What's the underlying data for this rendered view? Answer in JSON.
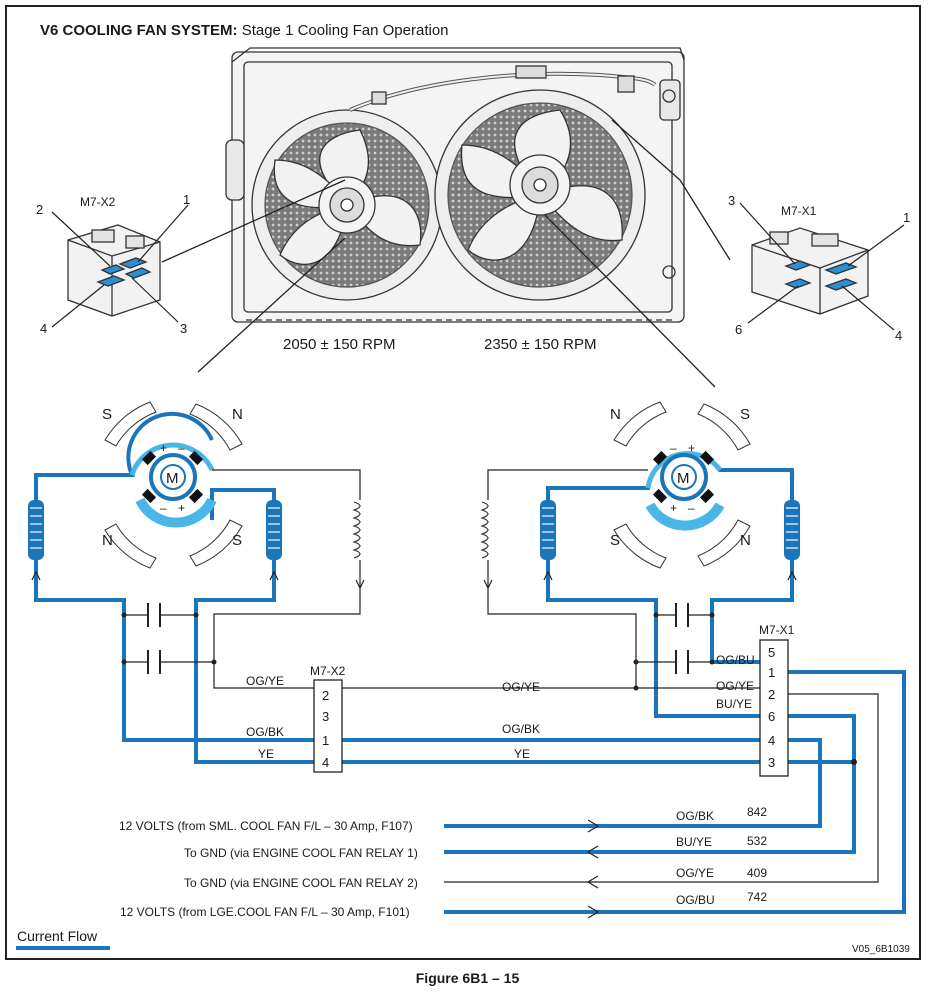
{
  "title": {
    "bold": "V6 COOLING FAN SYSTEM:",
    "normal": "Stage 1 Cooling Fan Operation"
  },
  "caption": "Figure 6B1 – 15",
  "rpm": {
    "left": "2050 ± 150 RPM",
    "right": "2350 ± 150 RPM"
  },
  "connector_x2": {
    "name": "M7-X2",
    "pins": [
      "1",
      "2",
      "3",
      "4"
    ],
    "stack": [
      "2",
      "3",
      "1",
      "4"
    ]
  },
  "connector_x1": {
    "name": "M7-X1",
    "pins": [
      "3",
      "1",
      "6",
      "4"
    ],
    "stack": [
      "5",
      "1",
      "2",
      "6",
      "4",
      "3"
    ]
  },
  "poles": {
    "s": "S",
    "n": "N",
    "m": "M",
    "plus": "+",
    "minus": "–"
  },
  "wires": {
    "og_ye": "OG/YE",
    "og_bk": "OG/BK",
    "ye": "YE",
    "og_bu": "OG/BU",
    "bu_ye": "BU/YE"
  },
  "circuits": [
    {
      "label": "12 VOLTS (from SML. COOL FAN F/L  – 30 Amp, F107)",
      "wire": "OG/BK",
      "number": "842"
    },
    {
      "label": "To GND (via ENGINE COOL FAN RELAY 1)",
      "wire": "BU/YE",
      "number": "532"
    },
    {
      "label": "To GND (via ENGINE COOL FAN RELAY 2)",
      "wire": "OG/YE",
      "number": "409"
    },
    {
      "label": "12 VOLTS (from LGE.COOL FAN F/L  – 30 Amp, F101)",
      "wire": "OG/BU",
      "number": "742"
    }
  ],
  "legend": "Current Flow",
  "reference": "V05_6B1039",
  "colors": {
    "current": "#1b75bb",
    "highlight": "#49b6ea",
    "line": "#222222"
  }
}
